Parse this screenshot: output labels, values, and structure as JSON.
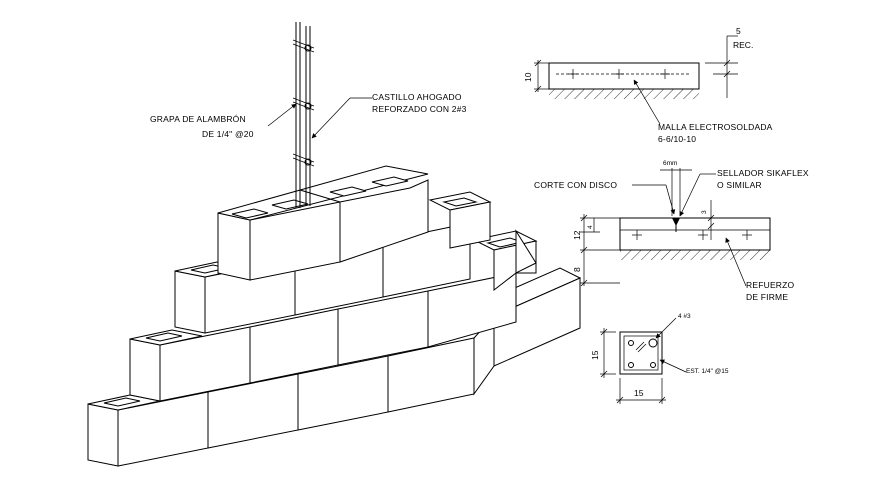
{
  "wall_labels": {
    "castillo_line1": "CASTILLO AHOGADO",
    "castillo_line2": "REFORZADO CON 2#3",
    "grapa_line1": "GRAPA DE ALAMBRÓN",
    "grapa_line2": "DE 1/4\" @20"
  },
  "slab_detail": {
    "thickness": "10",
    "cover": "5",
    "cover_label": "REC.",
    "mesh_line1": "MALLA ELECTROSOLDADA",
    "mesh_line2": "6-6/10-10"
  },
  "joint_detail": {
    "cut_label": "CORTE CON DISCO",
    "cut_width": "6mm",
    "sealant_line1": "SELLADOR SIKAFLEX",
    "sealant_line2": "O SIMILAR",
    "depth_cut": "3",
    "depth_top": "4",
    "total_height": "12",
    "base_height": "8",
    "reinf_line1": "REFUERZO",
    "reinf_line2": "DE FIRME"
  },
  "column_section": {
    "bars": "4 #3",
    "stirrup": "EST. 1/4\" @15",
    "height": "15",
    "width": "15"
  }
}
